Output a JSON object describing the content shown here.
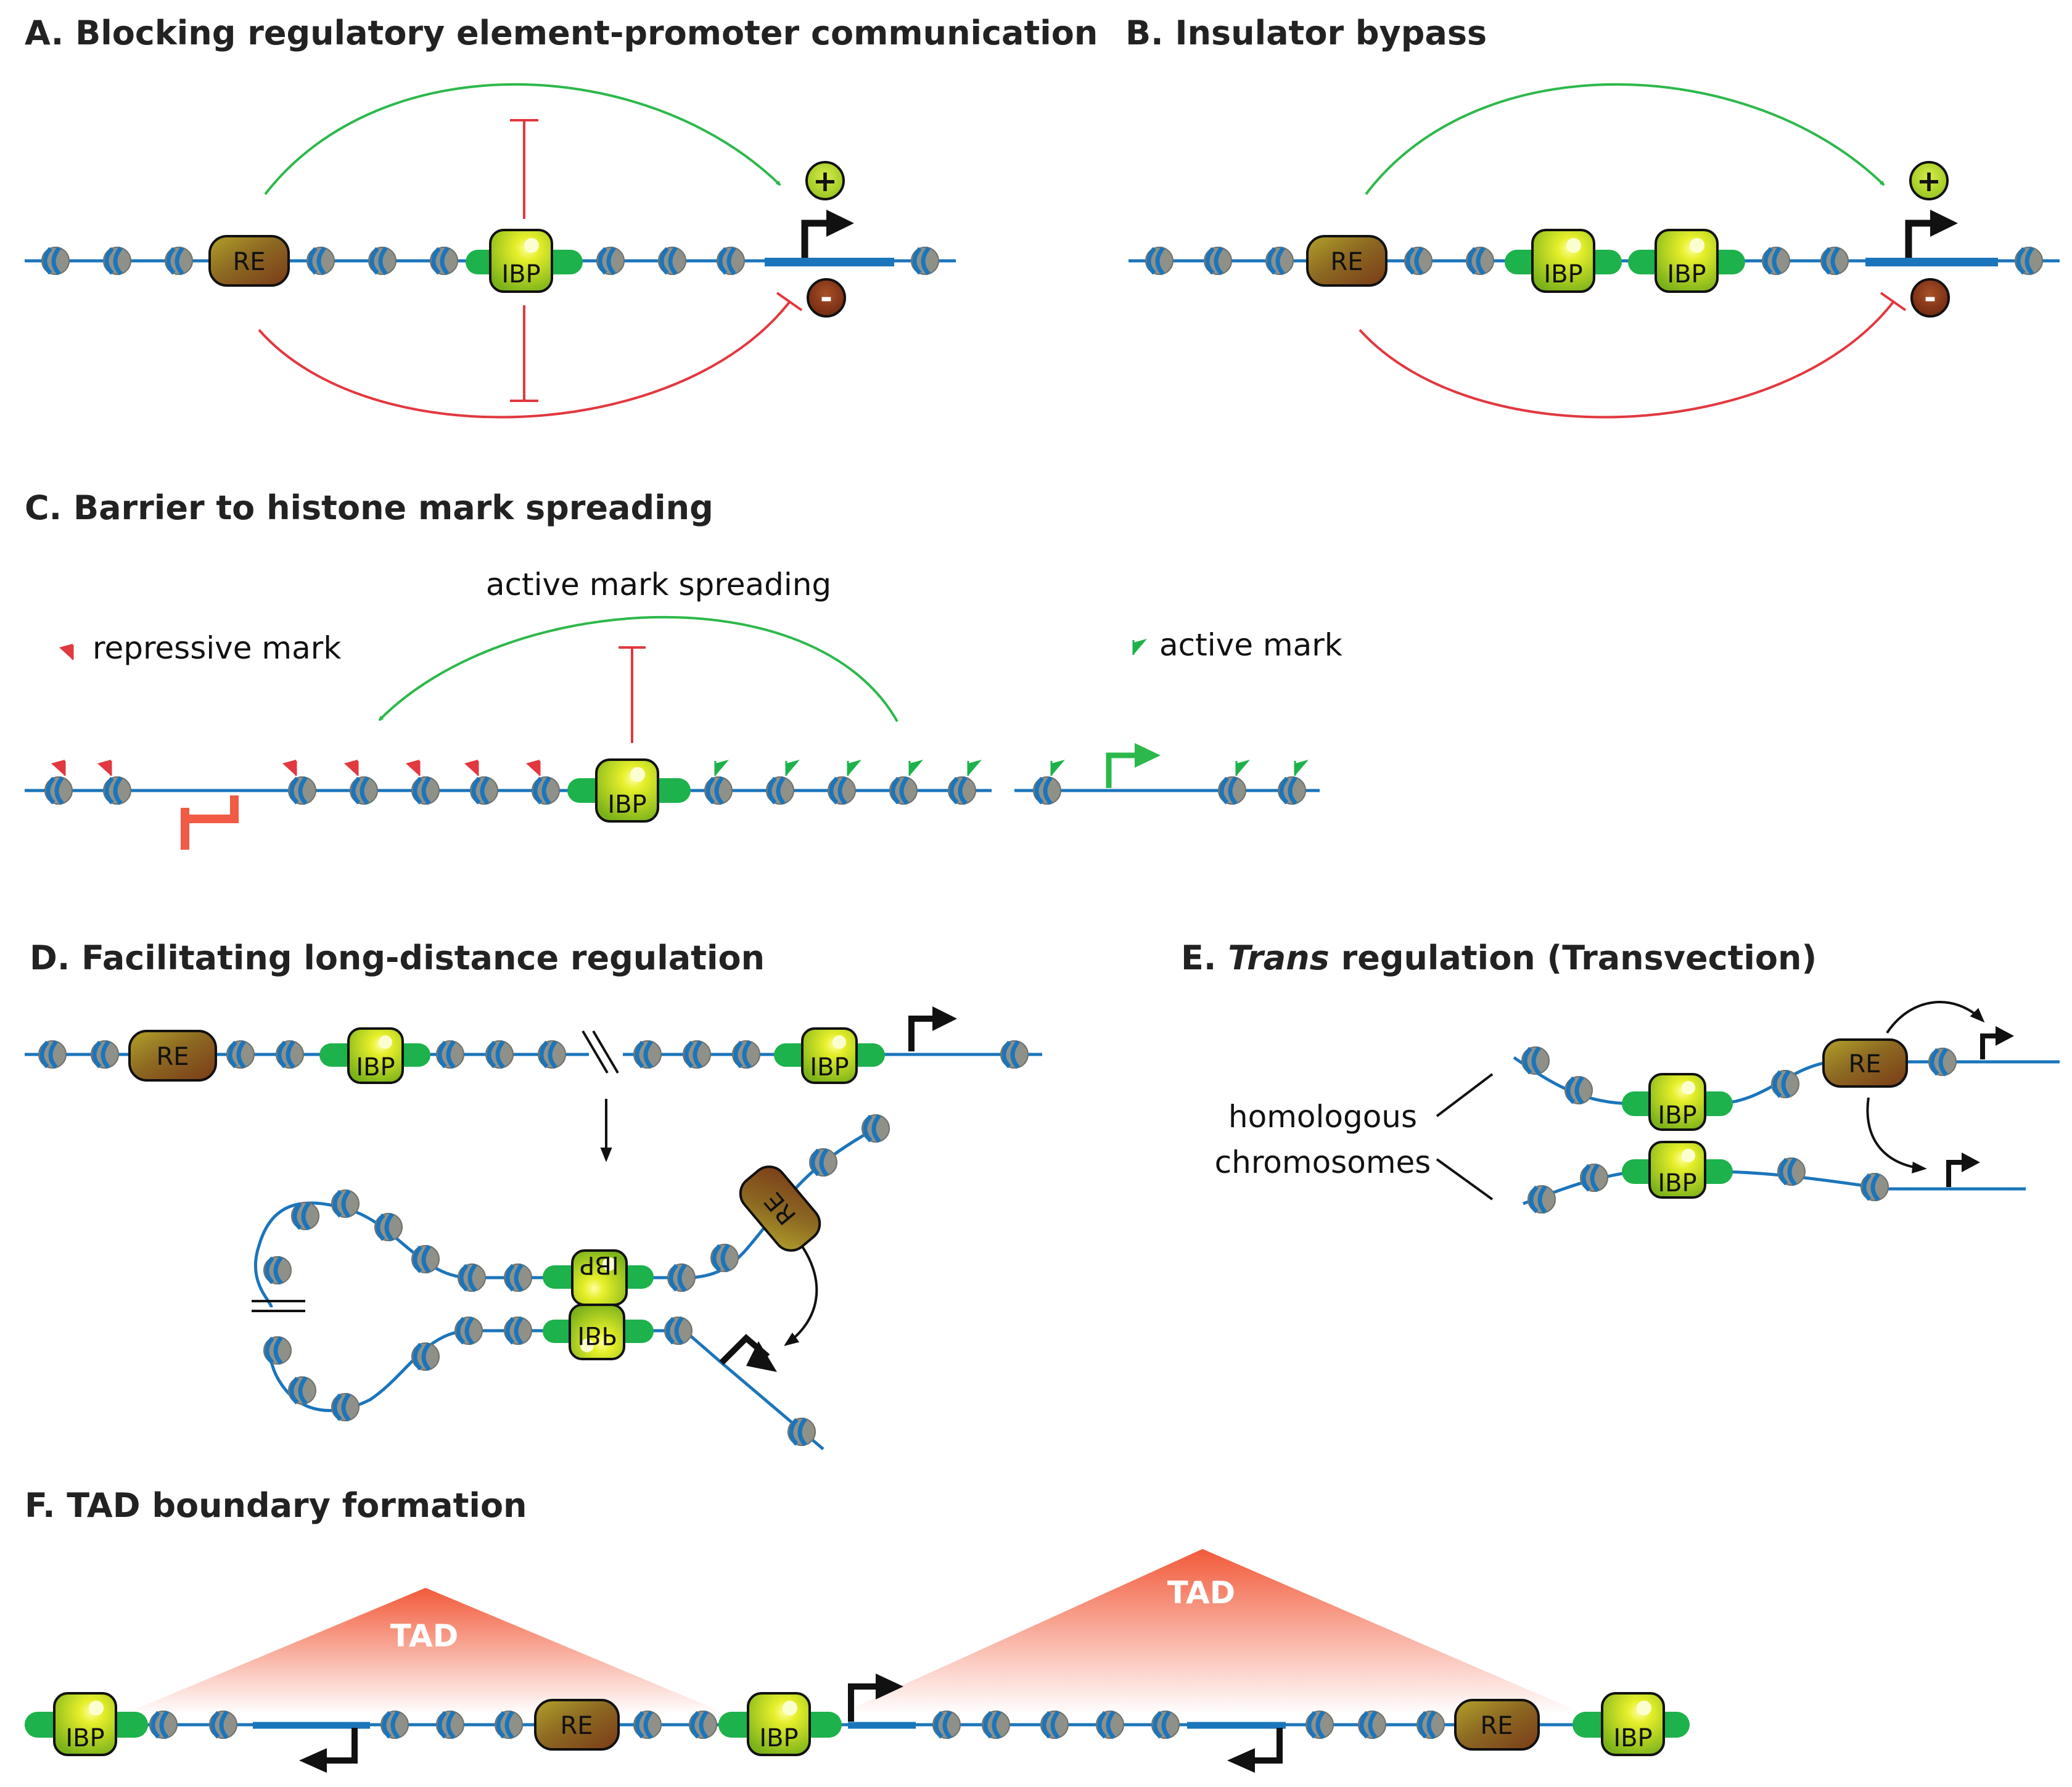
{
  "panels": {
    "a": {
      "title": "A. Blocking regulatory element-promoter communication",
      "re": "RE",
      "ibp": "IBP",
      "plus": "+",
      "minus": "-"
    },
    "b": {
      "title": "B. Insulator bypass",
      "re": "RE",
      "ibp1": "IBP",
      "ibp2": "IBP",
      "plus": "+",
      "minus": "-"
    },
    "c": {
      "title": "C. Barrier to histone mark spreading",
      "spreading": "active mark spreading",
      "repressive": "repressive mark",
      "active": "active mark",
      "ibp": "IBP"
    },
    "d": {
      "title": "D. Facilitating long-distance regulation",
      "re": "RE",
      "ibp1": "IBP",
      "ibp2": "IBP",
      "re_loop": "RE",
      "ibp_top": "IBP",
      "ibp_bottom": "IBP"
    },
    "e": {
      "title_prefix": "E. ",
      "title_italic": "Trans",
      "title_suffix": " regulation (Transvection)",
      "label_line1": "homologous",
      "label_line2": "chromosomes",
      "re": "RE",
      "ibp_top": "IBP",
      "ibp_bottom": "IBP"
    },
    "f": {
      "title": "F. TAD boundary formation",
      "tad1": "TAD",
      "tad2": "TAD",
      "ibp1": "IBP",
      "ibp2": "IBP",
      "ibp3": "IBP",
      "re1": "RE",
      "re2": "RE"
    }
  },
  "colors": {
    "dna": "#1b75bb",
    "nucleosome": "#8f9189",
    "ibp_box": "#9dcc1e",
    "ibp_arms": "#1db24b",
    "re_box": "#8d5a1f",
    "activation": "#2db84b",
    "repression": "#e2383f",
    "plus_circle": "#9dcc1e",
    "minus_circle": "#7a2e10",
    "tad_fill": "#f26b48",
    "arrow": "#111111"
  }
}
